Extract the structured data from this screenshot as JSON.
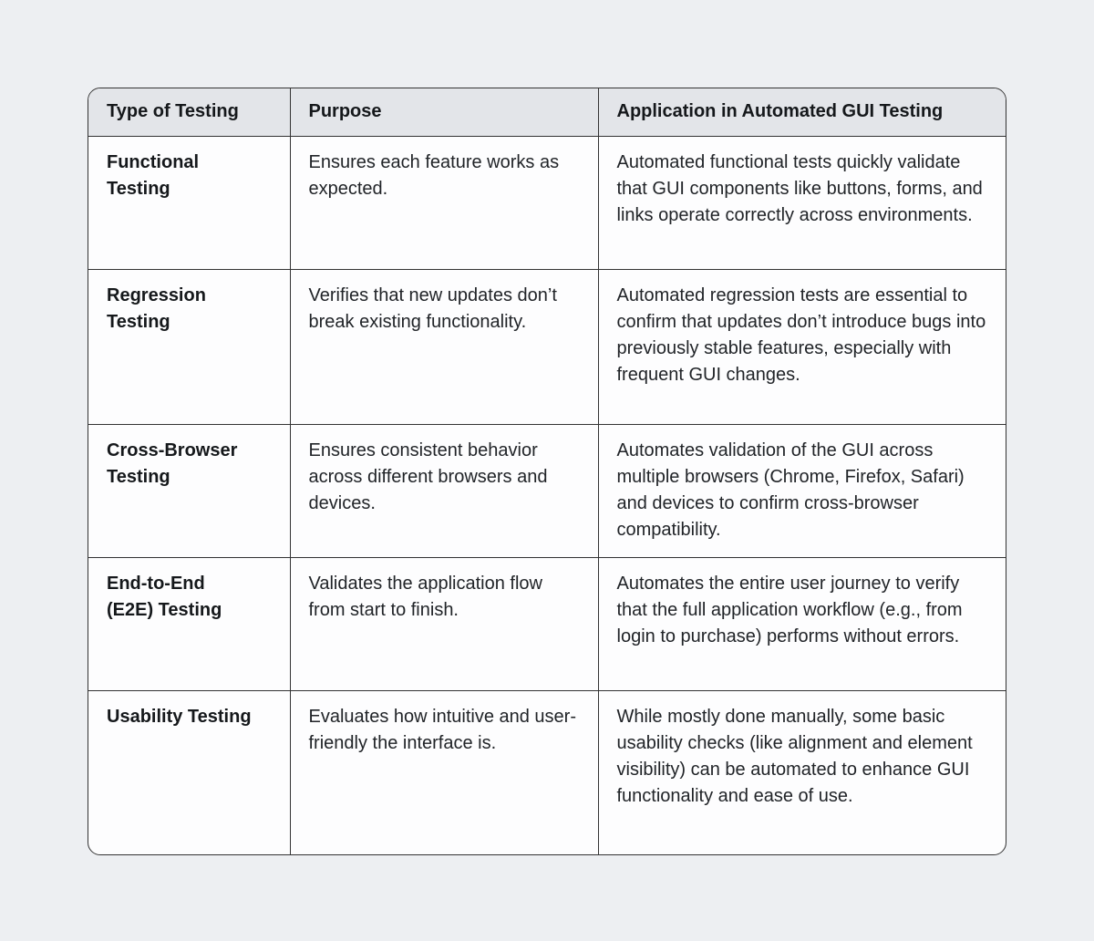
{
  "colors": {
    "page_bg": "#edeff2",
    "table_bg": "#fdfdfe",
    "header_bg": "#e3e5e9",
    "border": "#333333",
    "body_text": "#212428",
    "heading_text": "#15181b"
  },
  "table": {
    "headers": [
      "Type of Testing",
      "Purpose",
      "Application in Automated GUI Testing"
    ],
    "rows": [
      {
        "type": "Functional Testing",
        "purpose": "Ensures each feature works as expected.",
        "application": "Automated functional tests quickly validate that GUI components like buttons, forms, and links operate correctly across environments."
      },
      {
        "type": "Regression Testing",
        "purpose": "Verifies that new updates don’t break existing functionality.",
        "application": "Automated regression tests are essential to confirm that updates don’t introduce bugs into previously stable features, especially with frequent GUI changes."
      },
      {
        "type": "Cross-Browser Testing",
        "purpose": "Ensures consistent behavior across different browsers and devices.",
        "application": "Automates validation of the GUI across multiple browsers (Chrome, Firefox, Safari) and devices to confirm cross-browser compatibility."
      },
      {
        "type": "End-to-End (E2E) Testing",
        "purpose": "Validates the application flow from start to finish.",
        "application": "Automates the entire user journey to verify that the full application workflow (e.g., from login to purchase) performs without errors."
      },
      {
        "type": "Usability Testing",
        "purpose": "Evaluates how intuitive and user-friendly the interface is.",
        "application": "While mostly done manually, some basic usability checks (like alignment and element visibility) can be automated to enhance GUI functionality and ease of use."
      }
    ]
  }
}
